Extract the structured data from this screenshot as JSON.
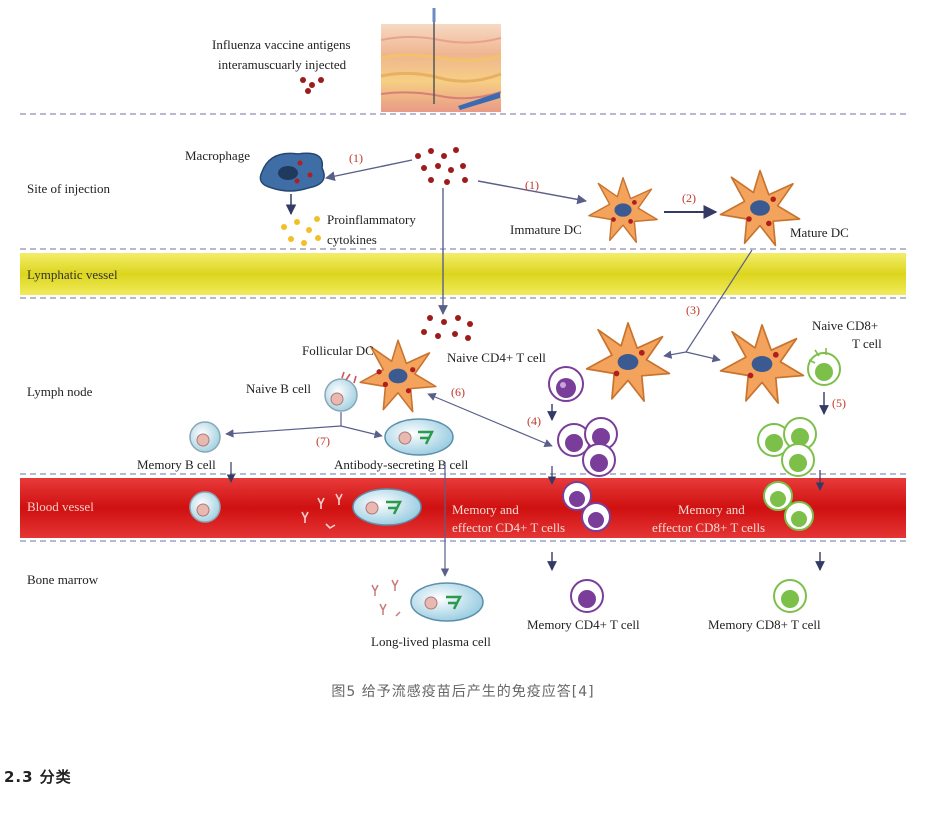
{
  "figure": {
    "zones": {
      "site": "Site of injection",
      "lymphatic": "Lymphatic vessel",
      "lymph_node": "Lymph node",
      "blood": "Blood vessel",
      "bone_marrow": "Bone marrow"
    },
    "labels": {
      "antigens_line1": "Influenza vaccine antigens",
      "antigens_line2": "interamuscuarly injected",
      "macrophage": "Macrophage",
      "proinflammatory_line1": "Proinflammatory",
      "proinflammatory_line2": "cytokines",
      "immature_dc": "Immature DC",
      "mature_dc": "Mature DC",
      "follicular_dc": "Follicular DC",
      "naive_cd4": "Naive CD4+ T cell",
      "naive_cd8_line1": "Naive CD8+",
      "naive_cd8_line2": "T cell",
      "naive_b": "Naive B cell",
      "memory_b": "Memory B cell",
      "antibody_secreting": "Antibody-secreting B cell",
      "mem_eff_cd4_line1": "Memory and",
      "mem_eff_cd4_line2": "effector CD4+ T cells",
      "mem_eff_cd8_line1": "Memory and",
      "mem_eff_cd8_line2": "effector CD8+ T cells",
      "memory_cd4": "Memory CD4+ T cell",
      "memory_cd8": "Memory CD8+ T cell",
      "long_lived_plasma": "Long-lived plasma cell"
    },
    "steps": {
      "s1a": "(1)",
      "s1b": "(1)",
      "s2": "(2)",
      "s3": "(3)",
      "s4": "(4)",
      "s5": "(5)",
      "s6": "(6)",
      "s7": "(7)"
    },
    "colors": {
      "step_label": "#c0392b",
      "lymphatic_band": "#e6e02a",
      "blood_band": "#d81e1e",
      "dc_fill": "#f3a35b",
      "cd4_fill": "#7a3d9a",
      "cd8_fill": "#7cc04a"
    }
  },
  "caption": "图5 给予流感疫苗后产生的免疫应答[4]",
  "section": {
    "number": "2.3",
    "title": "分类"
  }
}
